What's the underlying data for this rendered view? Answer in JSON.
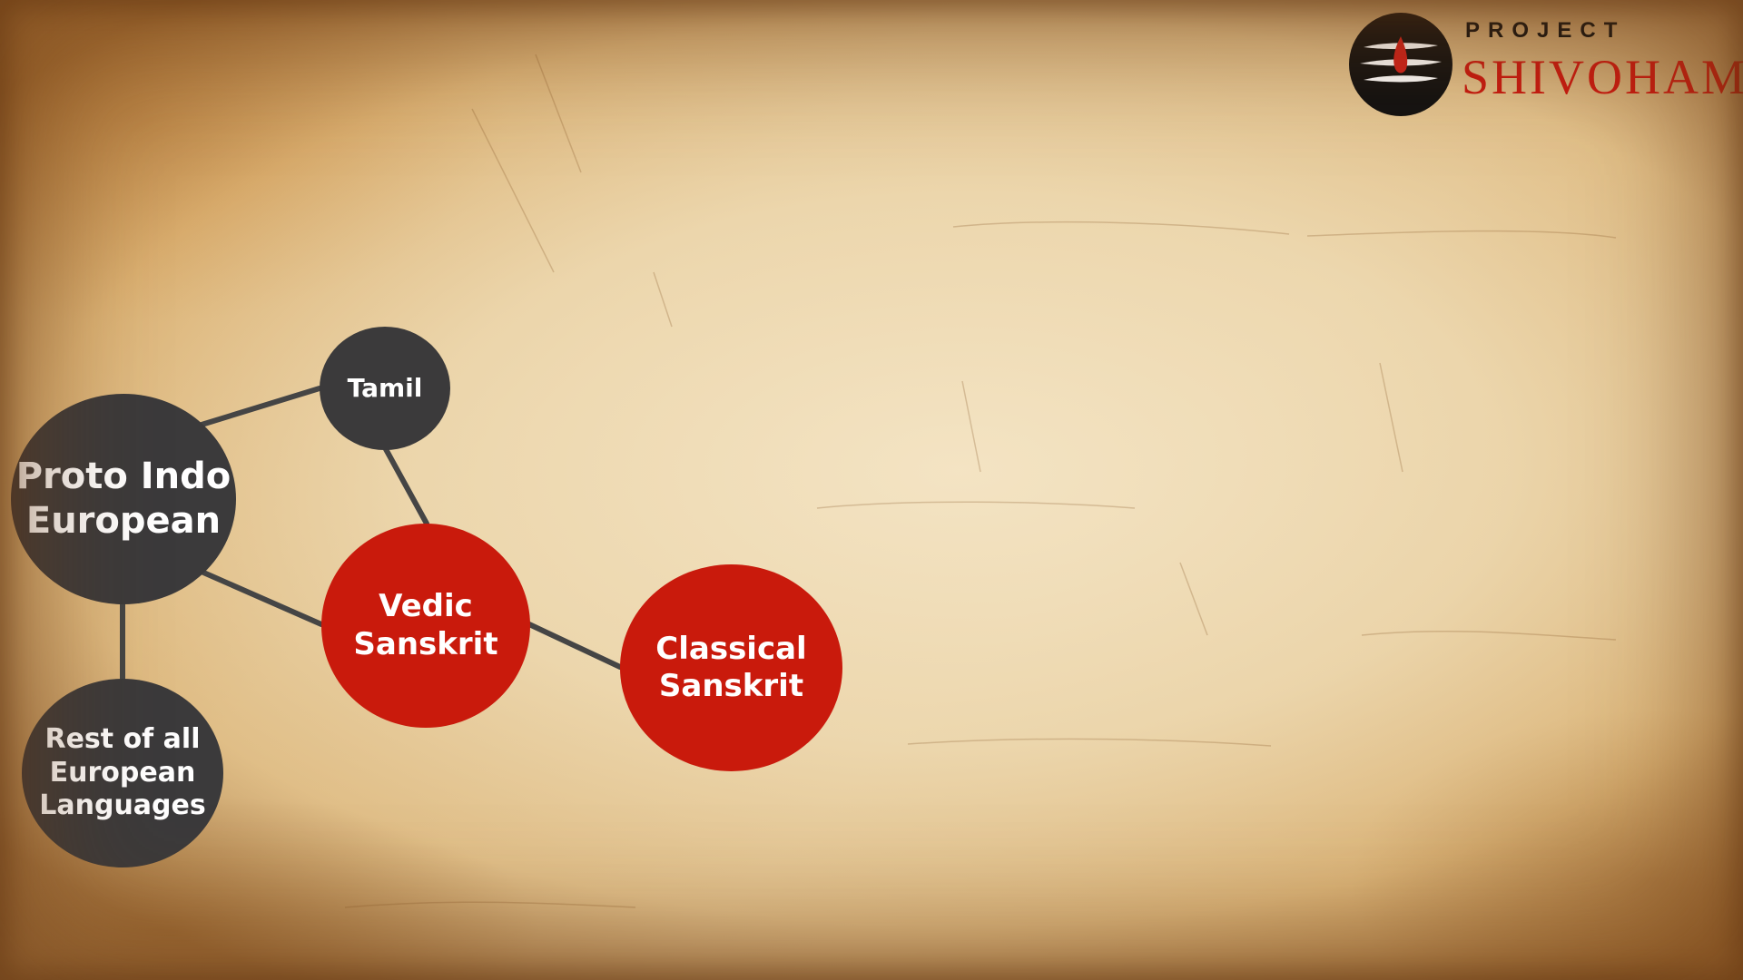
{
  "logo": {
    "line1": "PROJECT",
    "line2": "SHIVOHAM",
    "icon": "tripundra-mark-icon"
  },
  "colors": {
    "dark_node": "#3b3a3b",
    "red_node": "#c91a0c",
    "connector": "#454545",
    "logo_red": "#c81a10"
  },
  "diagram": {
    "nodes": {
      "proto_indo_european": {
        "line1": "Proto Indo",
        "line2": "European"
      },
      "tamil": {
        "label": "Tamil"
      },
      "vedic_sanskrit": {
        "line1": "Vedic",
        "line2": "Sanskrit"
      },
      "classical_sanskrit": {
        "line1": "Classical",
        "line2": "Sanskrit"
      },
      "rest_european": {
        "line1": "Rest of all",
        "line2": "European",
        "line3": "Languages"
      }
    },
    "links": [
      [
        "proto_indo_european",
        "tamil"
      ],
      [
        "proto_indo_european",
        "vedic_sanskrit"
      ],
      [
        "proto_indo_european",
        "rest_european"
      ],
      [
        "tamil",
        "vedic_sanskrit"
      ],
      [
        "vedic_sanskrit",
        "classical_sanskrit"
      ]
    ]
  }
}
